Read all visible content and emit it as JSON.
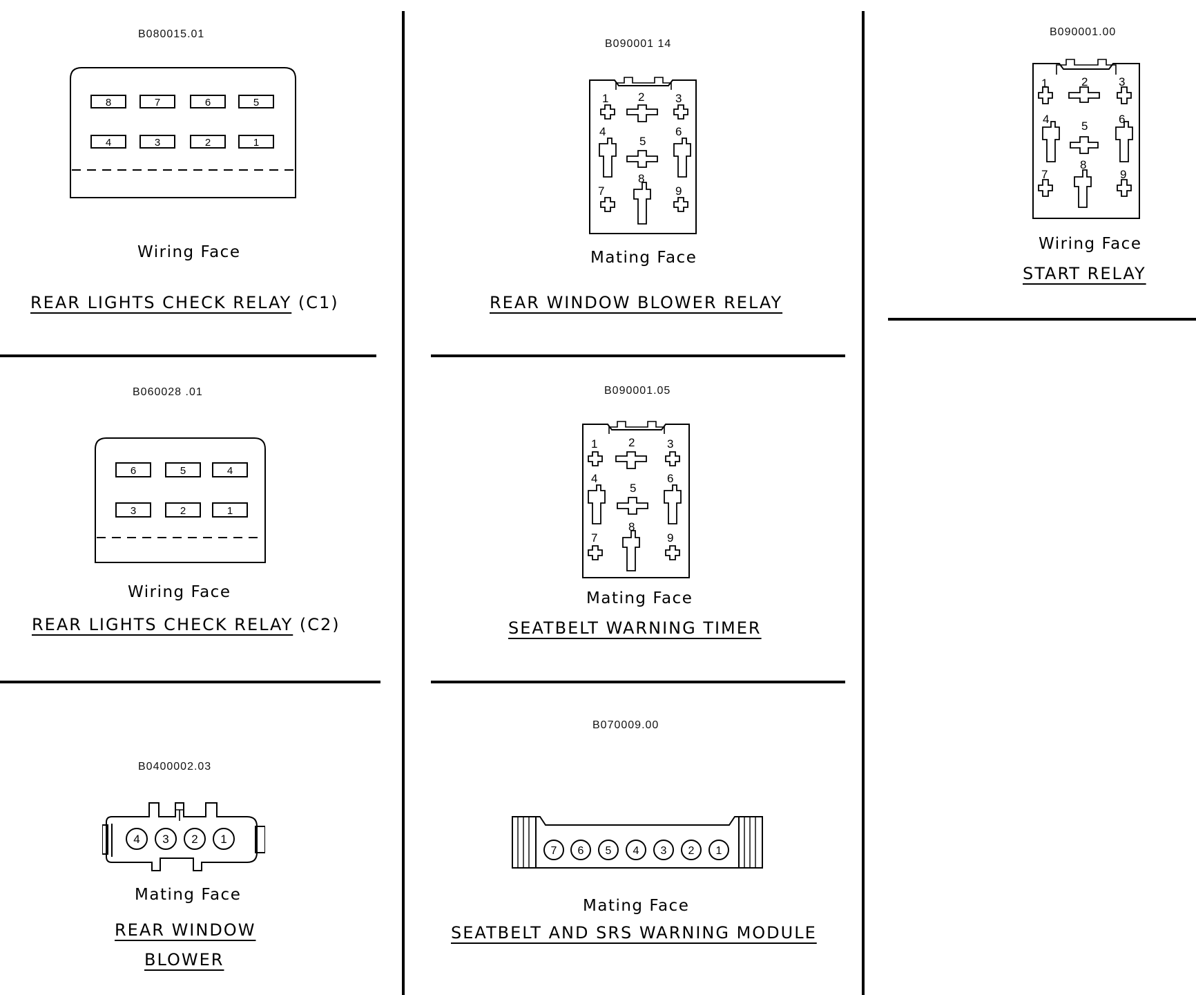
{
  "sheet": {
    "panels": {
      "rear_lights_c1": {
        "code": "B080015.01",
        "face": "Wiring Face",
        "title_underlined": "REAR LIGHTS CHECK RELAY",
        "title_suffix": "(C1)",
        "pins": [
          "8",
          "7",
          "6",
          "5",
          "4",
          "3",
          "2",
          "1"
        ]
      },
      "rear_lights_c2": {
        "code": "B060028 .01",
        "face": "Wiring Face",
        "title_underlined": "REAR LIGHTS CHECK RELAY",
        "title_suffix": "(C2)",
        "pins": [
          "6",
          "5",
          "4",
          "3",
          "2",
          "1"
        ]
      },
      "rear_window_blower": {
        "code": "B0400002.03",
        "face": "Mating Face",
        "title_line1": "REAR WINDOW",
        "title_line2": "BLOWER",
        "pins": [
          "4",
          "3",
          "2",
          "1"
        ]
      },
      "rear_window_blower_relay": {
        "code": "B090001 14",
        "face": "Mating Face",
        "title": "REAR WINDOW BLOWER RELAY",
        "pins": [
          "1",
          "2",
          "3",
          "4",
          "5",
          "6",
          "7",
          "8",
          "9"
        ]
      },
      "seatbelt_warning_timer": {
        "code": "B090001.05",
        "face": "Mating Face",
        "title": "SEATBELT WARNING TIMER",
        "pins": [
          "1",
          "2",
          "3",
          "4",
          "5",
          "6",
          "7",
          "8",
          "9"
        ]
      },
      "seatbelt_srs_module": {
        "code": "B070009.00",
        "face": "Mating Face",
        "title": "SEATBELT AND SRS WARNING MODULE",
        "pins": [
          "7",
          "6",
          "5",
          "4",
          "3",
          "2",
          "1"
        ]
      },
      "start_relay": {
        "code": "B090001.00",
        "face": "Wiring Face",
        "title": "START RELAY",
        "pins": [
          "1",
          "2",
          "3",
          "4",
          "5",
          "6",
          "7",
          "8",
          "9"
        ]
      }
    }
  }
}
